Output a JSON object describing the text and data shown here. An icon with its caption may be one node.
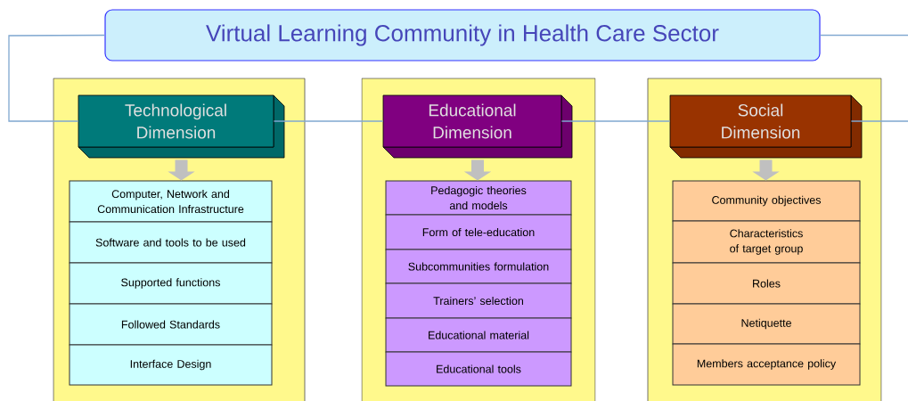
{
  "diagram": {
    "nodes": [
      {
        "text": [
          "Virtual Learning Community in Health Care Sector"
        ]
      },
      {
        "text": [],
        "shape": "box"
      },
      {
        "text": [
          "Technological Dimension"
        ],
        "in": 1
      },
      {
        "text": [
          "Computer, Network and Communication Infrastructure"
        ],
        "in": 1
      },
      {
        "text": [
          "Software and tools to be used"
        ],
        "in": 1
      },
      {
        "text": [
          "Supported functions"
        ],
        "in": 1
      },
      {
        "text": [
          "Followed Standards"
        ],
        "in": 1
      },
      {
        "text": [
          "Interface Design"
        ],
        "in": 1
      },
      {
        "text": [],
        "shape": "box"
      },
      {
        "text": [
          "Educational Dimension"
        ],
        "in": 8
      },
      {
        "text": [
          "Pedagogic theories and models"
        ],
        "in": 8
      },
      {
        "text": [
          "Form of tele-education"
        ],
        "in": 8
      },
      {
        "text": [
          "Subcommunities formulation"
        ],
        "in": 8
      },
      {
        "text": [
          "Trainers’ selection"
        ],
        "in": 8
      },
      {
        "text": [
          "Educational material"
        ],
        "in": 8
      },
      {
        "text": [
          "Educational tools"
        ],
        "in": 8
      },
      {
        "text": [],
        "shape": "box"
      },
      {
        "text": [
          "Social Dimension"
        ],
        "in": 16
      },
      {
        "text": [
          "Community objectives"
        ],
        "in": 16
      },
      {
        "text": [
          "Characteristics of target group"
        ],
        "in": 16
      },
      {
        "text": [
          "Roles"
        ],
        "in": 16
      },
      {
        "text": [
          "Netiquette"
        ],
        "in": 16
      },
      {
        "text": [
          "Members acceptance policy"
        ],
        "in": 16
      }
    ],
    "edges": [
      {
        "from": 0,
        "to": 2,
        "arrow": "none"
      },
      {
        "from": 2,
        "to": 9,
        "arrow": "none"
      },
      {
        "from": 9,
        "to": 17,
        "arrow": "none"
      },
      {
        "from": 17,
        "to": 0,
        "arrow": "none"
      },
      {
        "from": 2,
        "to": 3,
        "arrow": "to",
        "style": "thick",
        "color": "#c0c0c0"
      },
      {
        "from": 9,
        "to": 10,
        "arrow": "to",
        "style": "thick",
        "color": "#c0c0c0"
      },
      {
        "from": 17,
        "to": 18,
        "arrow": "to",
        "style": "thick",
        "color": "#c0c0c0"
      }
    ]
  }
}
